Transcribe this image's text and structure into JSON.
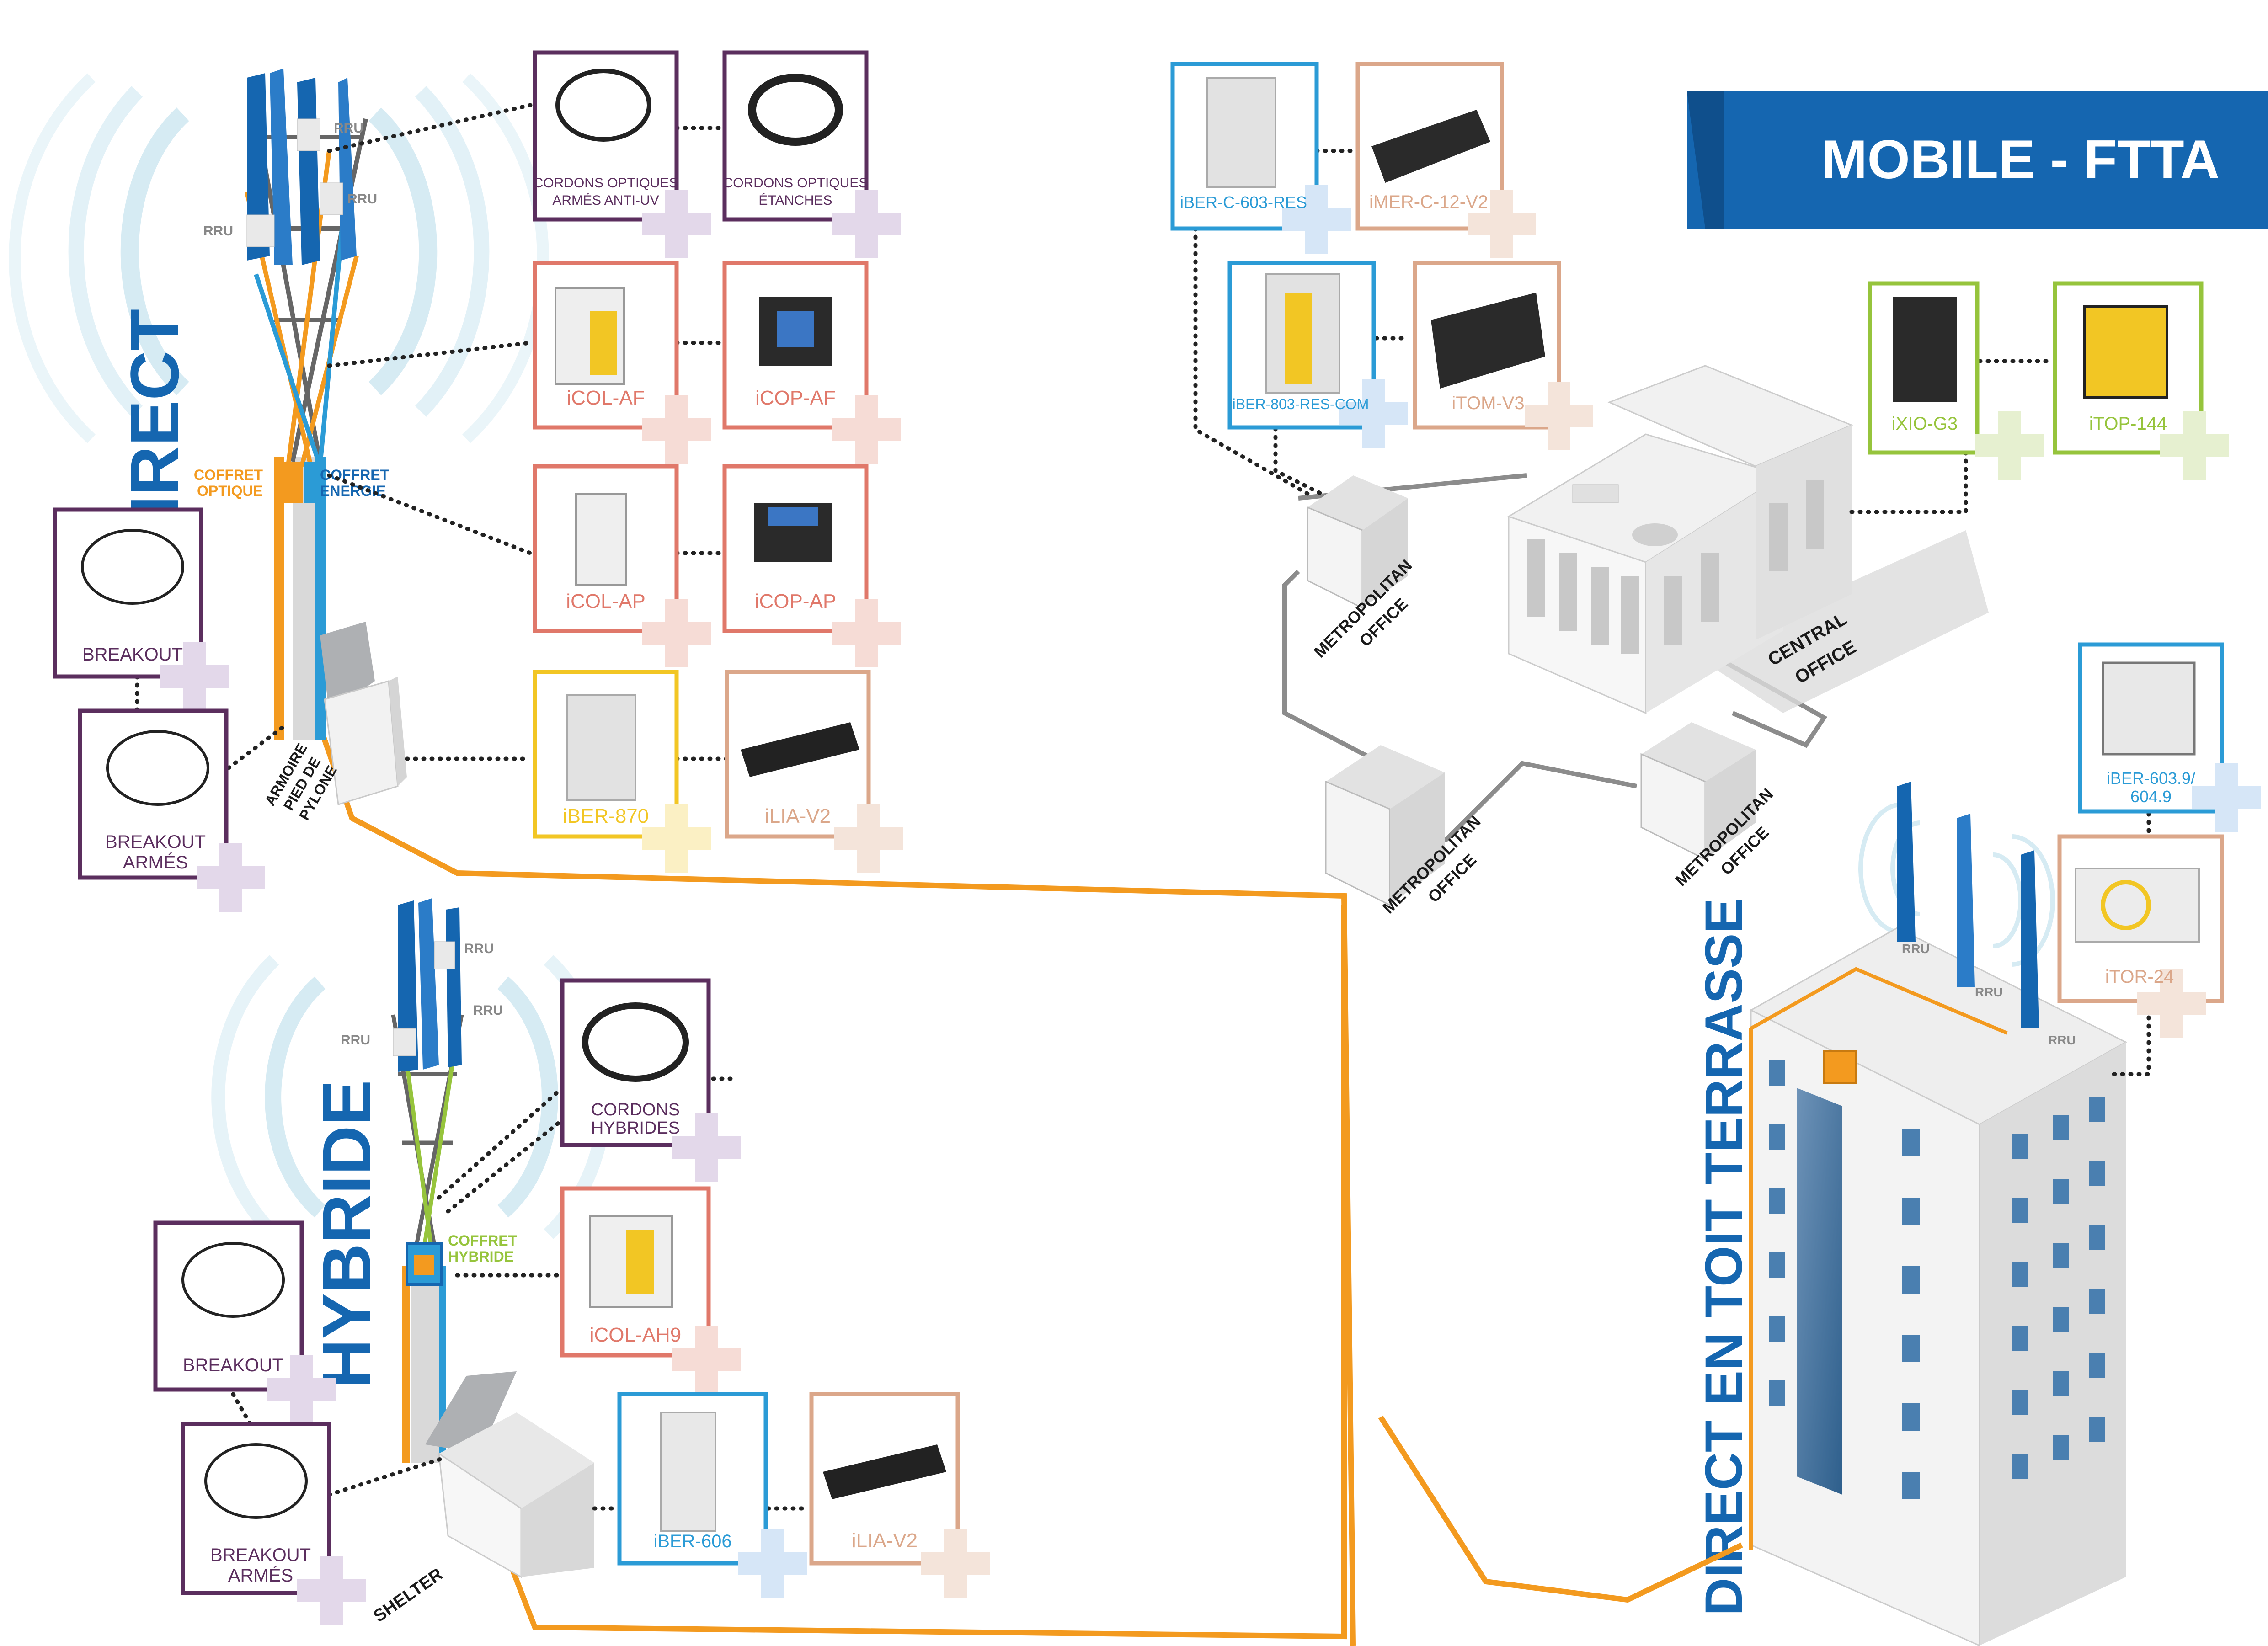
{
  "header": {
    "title": "MOBILE - FTTA"
  },
  "sections": {
    "indirect": "INDIRECT",
    "hybride": "HYBRIDE",
    "direct": "DIRECT EN TOIT TERRASSE"
  },
  "coffrets": {
    "optique": [
      "COFFRET",
      "OPTIQUE"
    ],
    "energie": [
      "COFFRET",
      "ENERGIE"
    ],
    "hybride": [
      "COFFRET",
      "HYBRIDE"
    ]
  },
  "rru": "RRU",
  "sites": {
    "armoire": [
      "ARMOIRE",
      "PIED DE",
      "PYLONE"
    ],
    "shelter": "SHELTER",
    "metro": [
      "METROPOLITAN",
      "OFFICE"
    ],
    "central": [
      "CENTRAL",
      "OFFICE"
    ]
  },
  "products": {
    "cordons_antiuv": [
      "CORDONS OPTIQUES",
      "ARMÉS ANTI-UV"
    ],
    "cordons_etanches": [
      "CORDONS OPTIQUES",
      "ÉTANCHES"
    ],
    "icol_af": "iCOL-AF",
    "icop_af": "iCOP-AF",
    "icol_ap": "iCOL-AP",
    "icop_ap": "iCOP-AP",
    "iber_870": "iBER-870",
    "ilia_v2_top": "iLIA-V2",
    "breakout_top": "BREAKOUT",
    "breakout_armes_top": [
      "BREAKOUT",
      "ARMÉS"
    ],
    "cordons_hybrides": [
      "CORDONS",
      "HYBRIDES"
    ],
    "icol_ah9": "iCOL-AH9",
    "iber_606": "iBER-606",
    "ilia_v2_bottom": "iLIA-V2",
    "breakout_bottom": "BREAKOUT",
    "breakout_armes_bottom": [
      "BREAKOUT",
      "ARMÉS"
    ],
    "iber_c_603_res": "iBER-C-603-RES",
    "imer_c_12_v2": "iMER-C-12-V2",
    "iber_803_res_com": "iBER-803-RES-COM",
    "itom_v3": "iTOM-V3",
    "ixio_g3": "iXIO-G3",
    "itop_144": "iTOP-144",
    "iber_603_9": [
      "iBER-603.9/",
      "604.9"
    ],
    "itor_24": "iTOR-24"
  },
  "colors": {
    "brand_blue": "#1566b0",
    "orange": "#f39a1f",
    "purple": "#5b2e5e",
    "salmon": "#e0786a",
    "yellow": "#f2c624",
    "sky": "#2b9bd6",
    "peach": "#dba78a",
    "green": "#96c43c"
  }
}
